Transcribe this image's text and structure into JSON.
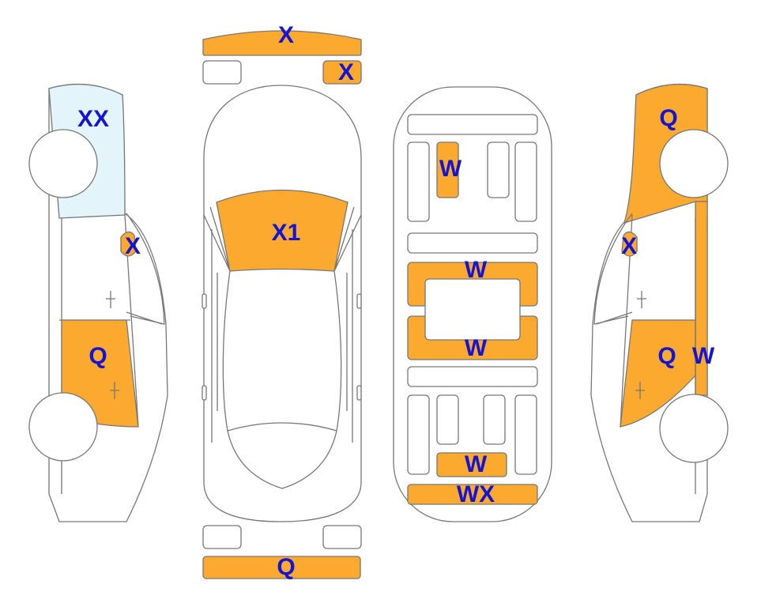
{
  "colors": {
    "damaged": "#FBAA2F",
    "light_area": "#E3F4FB",
    "outline": "#777777",
    "label": "#1414D2"
  },
  "labels": {
    "front_bumper": "X",
    "right_headlight": "X",
    "hood": "X1",
    "rear_bumper": "Q",
    "left_front_fender": "XX",
    "left_mirror": "X",
    "left_rear_door": "Q",
    "roof_front": "W",
    "roof_window_front": "W",
    "roof_window_rear": "W",
    "roof_rear": "W",
    "roof_trunk": "WX",
    "right_front_fender": "Q",
    "right_mirror": "X",
    "right_rear_door": "Q",
    "right_sill": "W"
  }
}
